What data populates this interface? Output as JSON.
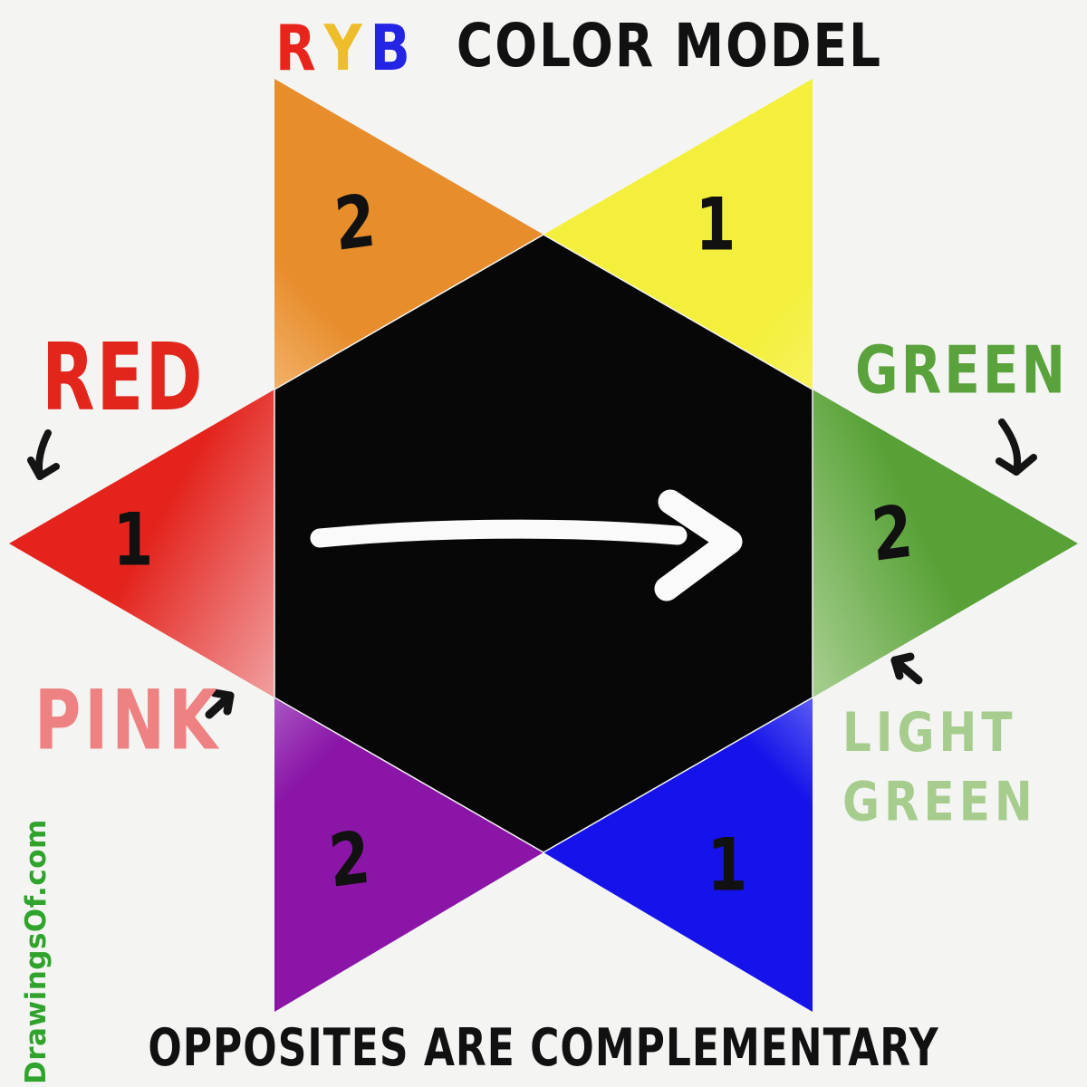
{
  "canvas": {
    "background": "#f4f4f3"
  },
  "title": {
    "r": "R",
    "r_color": "#e8251d",
    "y": "Y",
    "y_color": "#eebd2b",
    "b": "B",
    "b_color": "#2424e4",
    "rest": "COLOR MODEL",
    "rest_color": "#111111"
  },
  "labels": {
    "red": "RED",
    "red_color": "#e2261c",
    "green": "GREEN",
    "green_color": "#5aa33c",
    "pink": "PINK",
    "pink_color": "#ee8181",
    "light_green_line1": "LIGHT",
    "light_green_line2": "GREEN",
    "light_green_color": "#a6cd8d",
    "footer": "OPPOSITES ARE COMPLEMENTARY",
    "footer_color": "#111111",
    "watermark": "DrawingsOf.com",
    "watermark_color": "#2fa32b"
  },
  "star": {
    "center_color": "#070707",
    "arrow_color": "#fafafa",
    "pointer_color": "#141414",
    "segments": [
      {
        "name": "orange",
        "position": "top-left",
        "number": "2",
        "color": "#e78d2c",
        "fade": "#f2b269"
      },
      {
        "name": "yellow",
        "position": "top-right",
        "number": "1",
        "color": "#f4ef3c",
        "fade": "#f7f35e"
      },
      {
        "name": "red",
        "position": "left",
        "number": "1",
        "color": "#e3231c",
        "fade": "#f09b9b"
      },
      {
        "name": "green",
        "position": "right",
        "number": "2",
        "color": "#57a136",
        "fade": "#a8cf90"
      },
      {
        "name": "purple",
        "position": "bottom-left",
        "number": "2",
        "color": "#8a15a7",
        "fade": "#a957c2"
      },
      {
        "name": "blue",
        "position": "bottom-right",
        "number": "1",
        "color": "#1513e9",
        "fade": "#5a5cf2"
      }
    ]
  }
}
